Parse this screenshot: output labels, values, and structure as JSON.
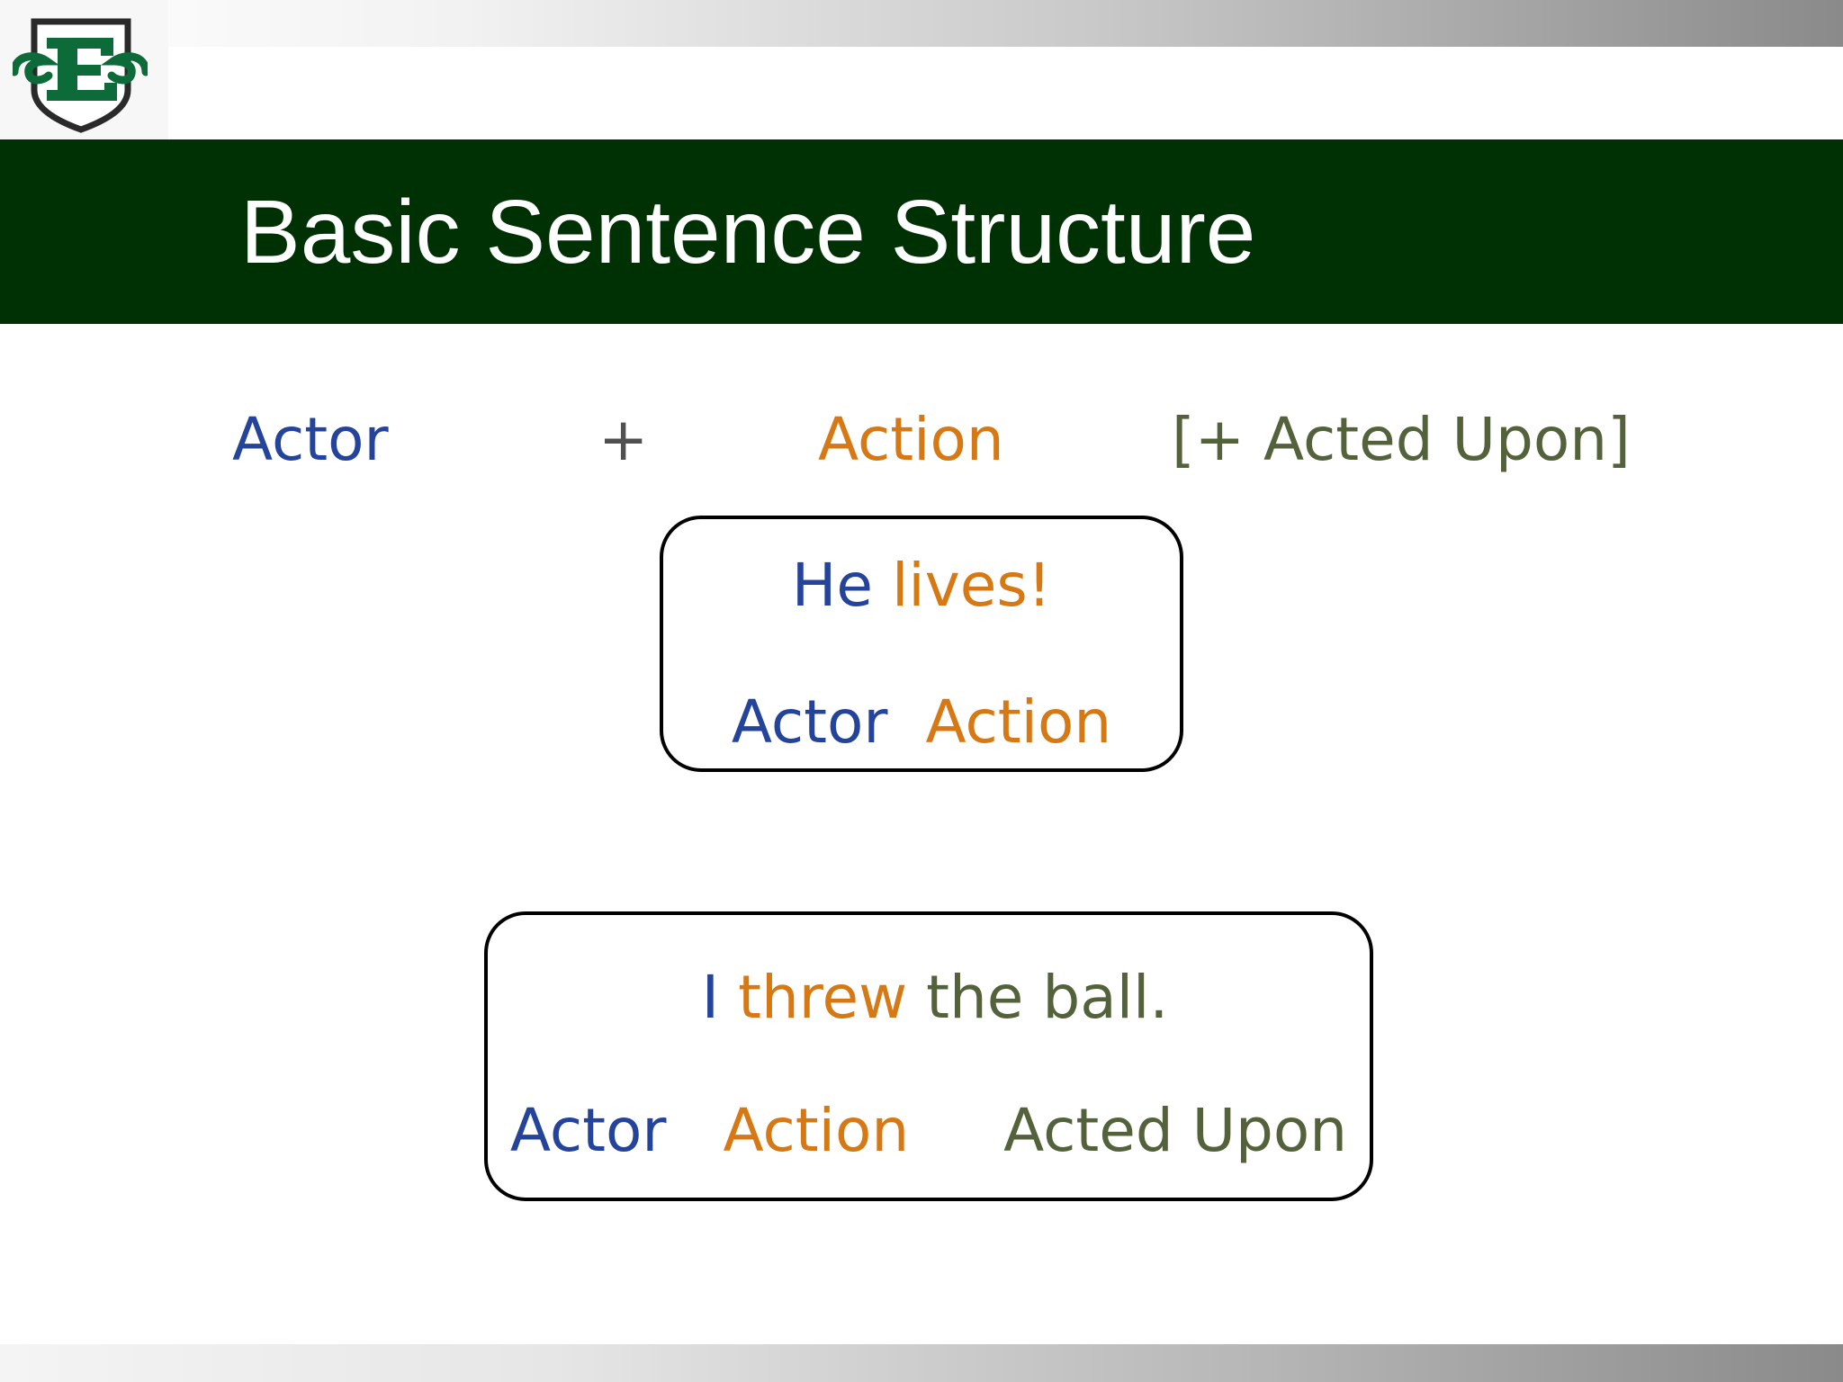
{
  "slide": {
    "title": "Basic Sentence Structure",
    "colors": {
      "title_band": "#003104",
      "actor": "#24449b",
      "action": "#d67813",
      "acted_upon": "#54623b"
    },
    "logo_icon": "school-crest-letter-e-icon"
  },
  "formula": {
    "actor": "Actor",
    "plus": "+",
    "action": "Action",
    "acted_upon": "[+ Acted Upon]"
  },
  "example1": {
    "sentence": {
      "actor": "He",
      "action": "lives!"
    },
    "labels": {
      "actor": "Actor",
      "action": "Action"
    }
  },
  "example2": {
    "sentence": {
      "actor": "I",
      "action": "threw",
      "acted_upon": "the ball."
    },
    "labels": {
      "actor": "Actor",
      "action": "Action",
      "acted_upon": "Acted Upon"
    }
  }
}
